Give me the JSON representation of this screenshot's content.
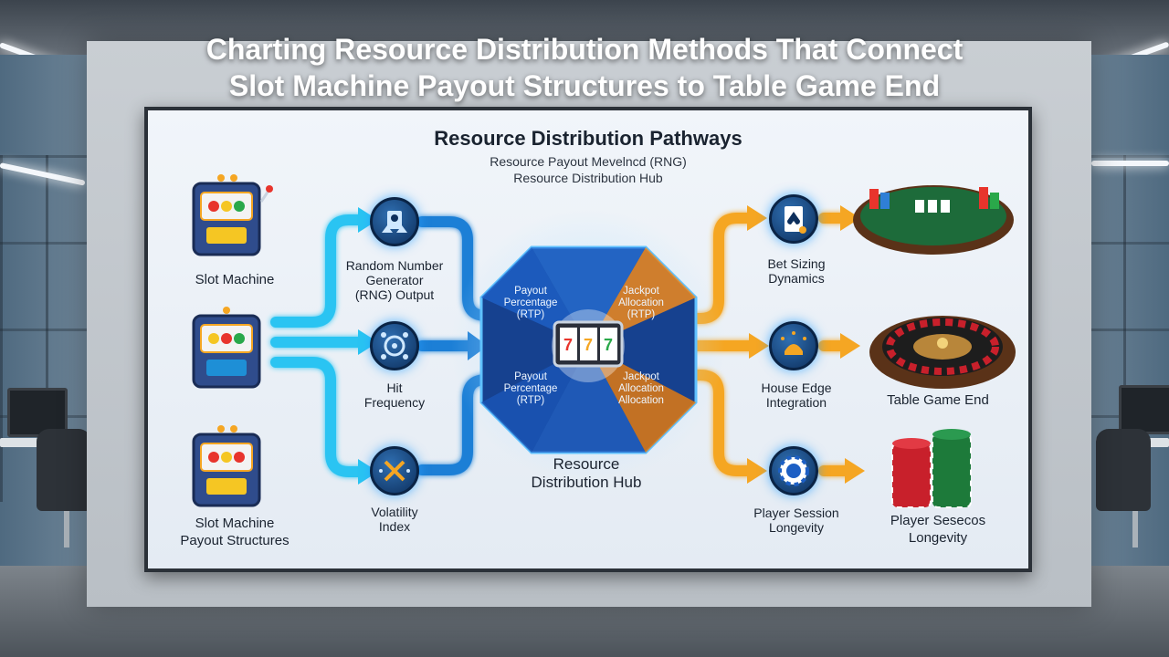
{
  "title_lines": [
    "Charting Resource Distribution Methods That Connect",
    "Slot Machine Payout Structures to Table Game End"
  ],
  "panel": {
    "heading": "Resource Distribution Pathways",
    "subheading_1": "Resource Payout Mevelncd (RNG)",
    "subheading_2": "Resource Distribution Hub"
  },
  "slot_labels": {
    "top": "Slot Machine",
    "bottom_1": "Slot Machine",
    "bottom_2": "Payout Structures"
  },
  "inputs": [
    {
      "lines": [
        "Random Number",
        "Generator",
        "(RNG) Output"
      ],
      "icon": "rng-icon"
    },
    {
      "lines": [
        "Hit",
        "Frequency"
      ],
      "icon": "target-icon"
    },
    {
      "lines": [
        "Volatility",
        "Index"
      ],
      "icon": "volatility-icon"
    }
  ],
  "hub": {
    "label_1": "Resource",
    "label_2": "Distribution Hub",
    "facets": [
      [
        "Payout",
        "Percentage",
        "(RTP)"
      ],
      [
        "Jackpot",
        "Allocation",
        "(RTP)"
      ],
      [
        "Payout",
        "Percentage",
        "(RTP)"
      ],
      [
        "Jackpot",
        "Allocation",
        "Allocation"
      ]
    ]
  },
  "outputs": [
    {
      "lines": [
        "Bet Sizing",
        "Dynamics"
      ],
      "icon": "playing-card-icon"
    },
    {
      "lines": [
        "House Edge",
        "Integration"
      ],
      "icon": "house-edge-icon"
    },
    {
      "lines": [
        "Player Session",
        "Longevity"
      ],
      "icon": "casino-chip-icon"
    }
  ],
  "ends": {
    "middle": "Table Game End",
    "bottom_1": "Player Sesecos",
    "bottom_2": "Longevity"
  },
  "colors": {
    "input_flow": "#29c4f2",
    "input_flow_dark": "#1f7fd6",
    "output_flow": "#f5a623",
    "hub_blue": "#1d5fc4",
    "hub_orange": "#f08a1c",
    "felt_green": "#1d6b3a"
  }
}
